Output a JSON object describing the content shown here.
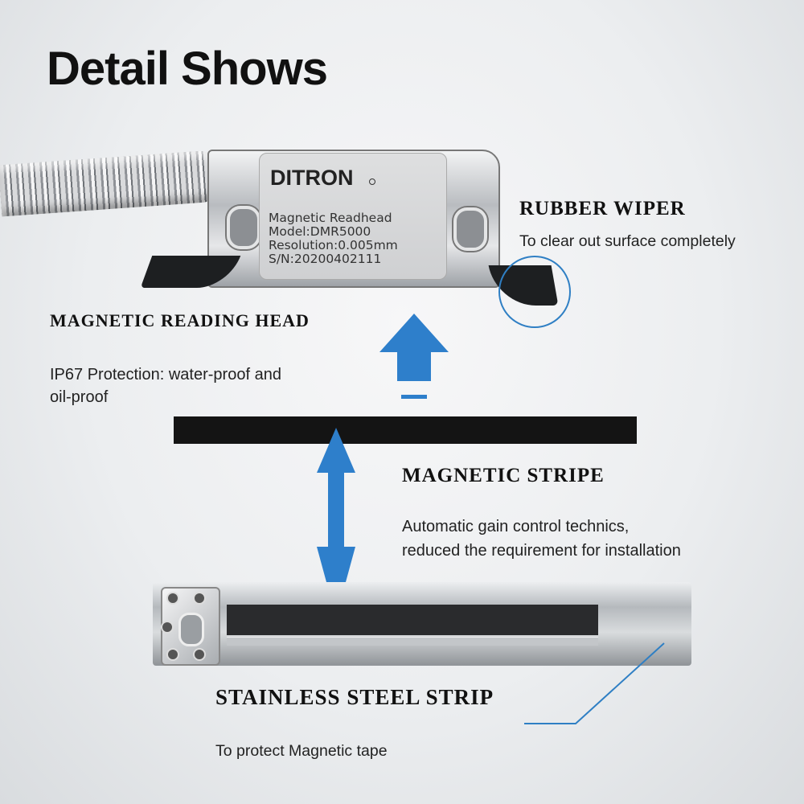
{
  "title": "Detail Shows",
  "device": {
    "brand": "DITRON",
    "spec_lines": [
      "Magnetic Readhead",
      "Model:DMR5000",
      "Resolution:0.005mm",
      "S/N:20200402111"
    ]
  },
  "callouts": {
    "wiper": {
      "heading": "RUBBER WIPER",
      "text": "To clear out surface completely"
    },
    "head": {
      "heading": "MAGNETIC READING HEAD",
      "text_line1": "IP67 Protection: water-proof and",
      "text_line2": "oil-proof"
    },
    "stripe": {
      "heading": "MAGNETIC STRIPE",
      "text_line1": "Automatic gain control technics,",
      "text_line2": "reduced the requirement for installation"
    },
    "steel": {
      "heading": "STAINLESS STEEL STRIP",
      "text": "To protect Magnetic tape"
    }
  },
  "colors": {
    "arrow": "#2e7fcb",
    "callout_line": "#2f7fc4",
    "text": "#111111"
  }
}
